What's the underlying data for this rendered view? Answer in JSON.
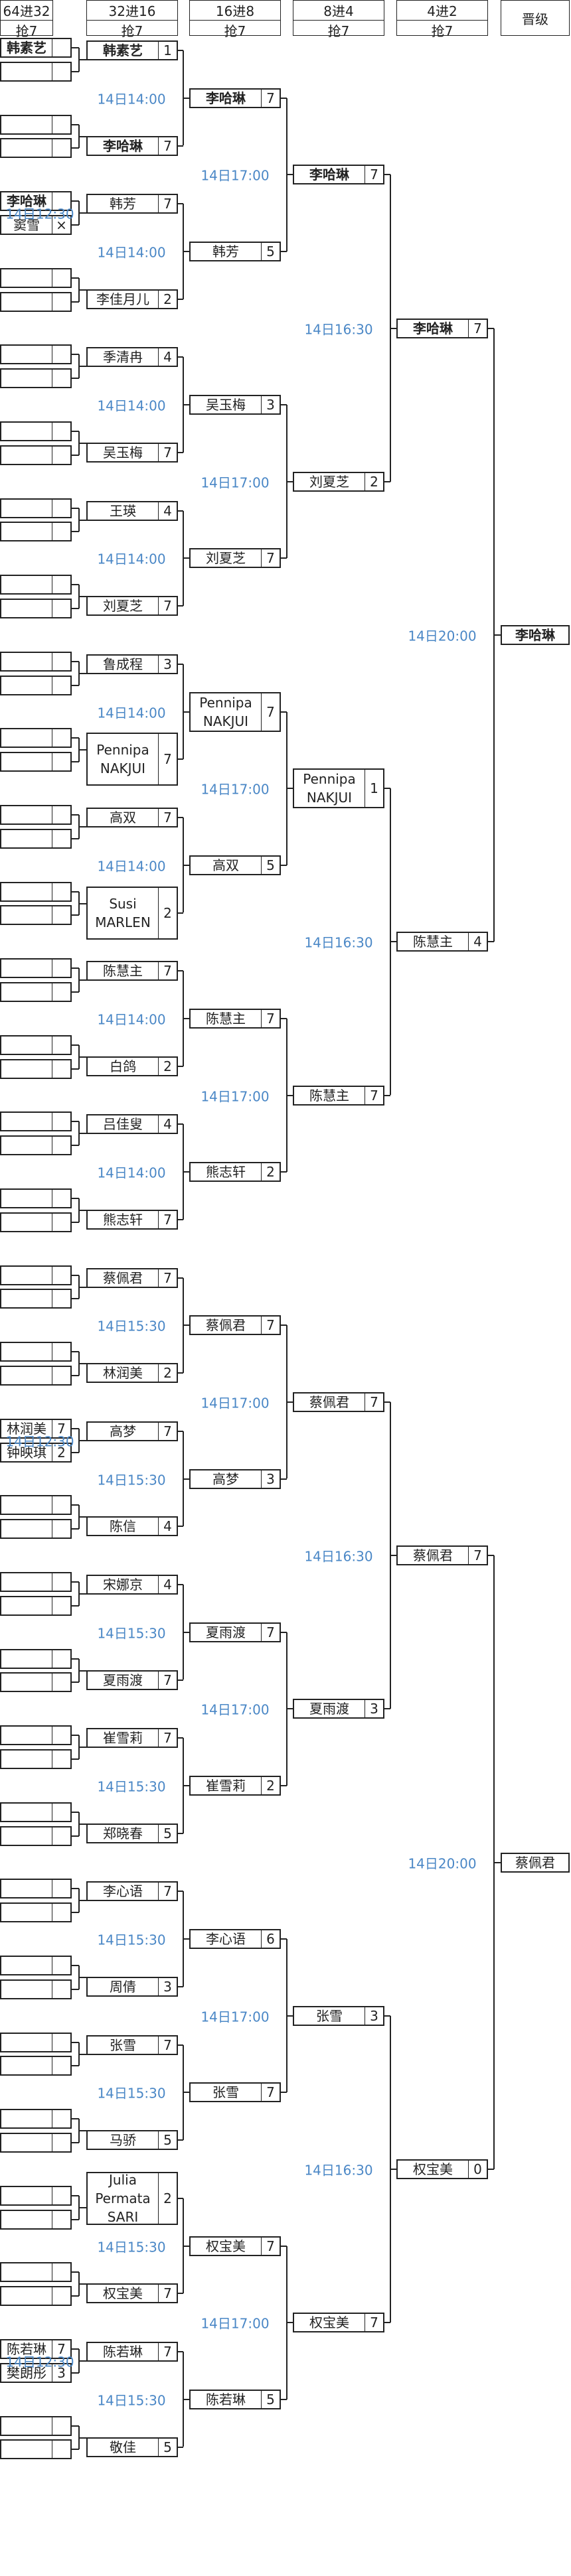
{
  "headers": [
    {
      "round": "64进32",
      "format": "抢7"
    },
    {
      "round": "32进16",
      "format": "抢7"
    },
    {
      "round": "16进8",
      "format": "抢7"
    },
    {
      "round": "8进4",
      "format": "抢7"
    },
    {
      "round": "4进2",
      "format": "抢7"
    },
    {
      "round": "晋级",
      "format": ""
    }
  ],
  "round64": [
    {
      "name": "韩素艺",
      "score": "",
      "win": true
    },
    {
      "name": "",
      "score": ""
    },
    {
      "name": "",
      "score": ""
    },
    {
      "name": "",
      "score": ""
    },
    {
      "name": "李哈琳",
      "score": "",
      "win": true
    },
    {
      "name": "窦雪",
      "score": "×"
    },
    {
      "name": "",
      "score": ""
    },
    {
      "name": "",
      "score": ""
    },
    {
      "name": "",
      "score": ""
    },
    {
      "name": "",
      "score": ""
    },
    {
      "name": "",
      "score": ""
    },
    {
      "name": "",
      "score": ""
    },
    {
      "name": "",
      "score": ""
    },
    {
      "name": "",
      "score": ""
    },
    {
      "name": "",
      "score": ""
    },
    {
      "name": "",
      "score": ""
    },
    {
      "name": "",
      "score": ""
    },
    {
      "name": "",
      "score": ""
    },
    {
      "name": "",
      "score": ""
    },
    {
      "name": "",
      "score": ""
    },
    {
      "name": "",
      "score": ""
    },
    {
      "name": "",
      "score": ""
    },
    {
      "name": "",
      "score": ""
    },
    {
      "name": "",
      "score": ""
    },
    {
      "name": "",
      "score": ""
    },
    {
      "name": "",
      "score": ""
    },
    {
      "name": "",
      "score": ""
    },
    {
      "name": "",
      "score": ""
    },
    {
      "name": "",
      "score": ""
    },
    {
      "name": "",
      "score": ""
    },
    {
      "name": "",
      "score": ""
    },
    {
      "name": "",
      "score": ""
    },
    {
      "name": "",
      "score": ""
    },
    {
      "name": "",
      "score": ""
    },
    {
      "name": "",
      "score": ""
    },
    {
      "name": "",
      "score": ""
    },
    {
      "name": "林润美",
      "score": "7"
    },
    {
      "name": "钟映琪",
      "score": "2"
    },
    {
      "name": "",
      "score": ""
    },
    {
      "name": "",
      "score": ""
    },
    {
      "name": "",
      "score": ""
    },
    {
      "name": "",
      "score": ""
    },
    {
      "name": "",
      "score": ""
    },
    {
      "name": "",
      "score": ""
    },
    {
      "name": "",
      "score": ""
    },
    {
      "name": "",
      "score": ""
    },
    {
      "name": "",
      "score": ""
    },
    {
      "name": "",
      "score": ""
    },
    {
      "name": "",
      "score": ""
    },
    {
      "name": "",
      "score": ""
    },
    {
      "name": "",
      "score": ""
    },
    {
      "name": "",
      "score": ""
    },
    {
      "name": "",
      "score": ""
    },
    {
      "name": "",
      "score": ""
    },
    {
      "name": "",
      "score": ""
    },
    {
      "name": "",
      "score": ""
    },
    {
      "name": "",
      "score": ""
    },
    {
      "name": "",
      "score": ""
    },
    {
      "name": "",
      "score": ""
    },
    {
      "name": "",
      "score": ""
    },
    {
      "name": "陈若琳",
      "score": "7"
    },
    {
      "name": "樊朗彤",
      "score": "3"
    },
    {
      "name": "",
      "score": ""
    },
    {
      "name": "",
      "score": ""
    }
  ],
  "round64_times": {
    "2": "14日12:30",
    "18": "14日12:30",
    "30": "14日12:30"
  },
  "round32": [
    {
      "name": "韩素艺",
      "score": "1",
      "win": true
    },
    {
      "name": "李哈琳",
      "score": "7",
      "win": true
    },
    {
      "name": "韩芳",
      "score": "7"
    },
    {
      "name": "李佳月儿",
      "score": "2"
    },
    {
      "name": "季清冉",
      "score": "4"
    },
    {
      "name": "吴玉梅",
      "score": "7"
    },
    {
      "name": "王瑛",
      "score": "4"
    },
    {
      "name": "刘夏芝",
      "score": "7"
    },
    {
      "name": "鲁成程",
      "score": "3"
    },
    {
      "name": "Pennipa NAKJUI",
      "score": "7"
    },
    {
      "name": "高双",
      "score": "7"
    },
    {
      "name": "Susi MARLEN",
      "score": "2"
    },
    {
      "name": "陈慧主",
      "score": "7"
    },
    {
      "name": "白鸽",
      "score": "2"
    },
    {
      "name": "吕佳叟",
      "score": "4"
    },
    {
      "name": "熊志轩",
      "score": "7"
    },
    {
      "name": "蔡佩君",
      "score": "7"
    },
    {
      "name": "林润美",
      "score": "2"
    },
    {
      "name": "高梦",
      "score": "7"
    },
    {
      "name": "陈信",
      "score": "4"
    },
    {
      "name": "宋娜京",
      "score": "4"
    },
    {
      "name": "夏雨渡",
      "score": "7"
    },
    {
      "name": "崔雪莉",
      "score": "7"
    },
    {
      "name": "郑晓春",
      "score": "5"
    },
    {
      "name": "李心语",
      "score": "7"
    },
    {
      "name": "周倩",
      "score": "3"
    },
    {
      "name": "张雪",
      "score": "7"
    },
    {
      "name": "马骄",
      "score": "5"
    },
    {
      "name": "Julia Permata SARI",
      "score": "2"
    },
    {
      "name": "权宝美",
      "score": "7"
    },
    {
      "name": "陈若琳",
      "score": "7"
    },
    {
      "name": "敬佳",
      "score": "5"
    }
  ],
  "round32_times": [
    "14日14:00",
    "14日14:00",
    "14日14:00",
    "14日14:00",
    "14日14:00",
    "14日14:00",
    "14日14:00",
    "14日14:00",
    "14日15:30",
    "14日15:30",
    "14日15:30",
    "14日15:30",
    "14日15:30",
    "14日15:30",
    "14日15:30",
    "14日15:30"
  ],
  "round16": [
    {
      "name": "李哈琳",
      "score": "7",
      "win": true
    },
    {
      "name": "韩芳",
      "score": "5"
    },
    {
      "name": "吴玉梅",
      "score": "3"
    },
    {
      "name": "刘夏芝",
      "score": "7"
    },
    {
      "name": "Pennipa NAKJUI",
      "score": "7"
    },
    {
      "name": "高双",
      "score": "5"
    },
    {
      "name": "陈慧主",
      "score": "7"
    },
    {
      "name": "熊志轩",
      "score": "2"
    },
    {
      "name": "蔡佩君",
      "score": "7"
    },
    {
      "name": "高梦",
      "score": "3"
    },
    {
      "name": "夏雨渡",
      "score": "7"
    },
    {
      "name": "崔雪莉",
      "score": "2"
    },
    {
      "name": "李心语",
      "score": "6"
    },
    {
      "name": "张雪",
      "score": "7"
    },
    {
      "name": "权宝美",
      "score": "7"
    },
    {
      "name": "陈若琳",
      "score": "5"
    }
  ],
  "round16_times": [
    "14日17:00",
    "14日17:00",
    "14日17:00",
    "14日17:00",
    "14日17:00",
    "14日17:00",
    "14日17:00",
    "14日17:00"
  ],
  "qf": [
    {
      "name": "李哈琳",
      "score": "7",
      "win": true
    },
    {
      "name": "刘夏芝",
      "score": "2"
    },
    {
      "name": "Pennipa NAKJUI",
      "score": "1"
    },
    {
      "name": "陈慧主",
      "score": "7"
    },
    {
      "name": "蔡佩君",
      "score": "7"
    },
    {
      "name": "夏雨渡",
      "score": "3"
    },
    {
      "name": "张雪",
      "score": "3"
    },
    {
      "name": "权宝美",
      "score": "7"
    }
  ],
  "qf_times": [
    "14日16:30",
    "14日16:30",
    "14日16:30",
    "14日16:30"
  ],
  "sf": [
    {
      "name": "李哈琳",
      "score": "7",
      "win": true
    },
    {
      "name": "陈慧主",
      "score": "4"
    },
    {
      "name": "蔡佩君",
      "score": "7"
    },
    {
      "name": "权宝美",
      "score": "0"
    }
  ],
  "sf_times": [
    "14日20:00",
    "14日20:00"
  ],
  "advance": [
    {
      "name": "李哈琳",
      "win": true
    },
    {
      "name": "蔡佩君"
    }
  ]
}
